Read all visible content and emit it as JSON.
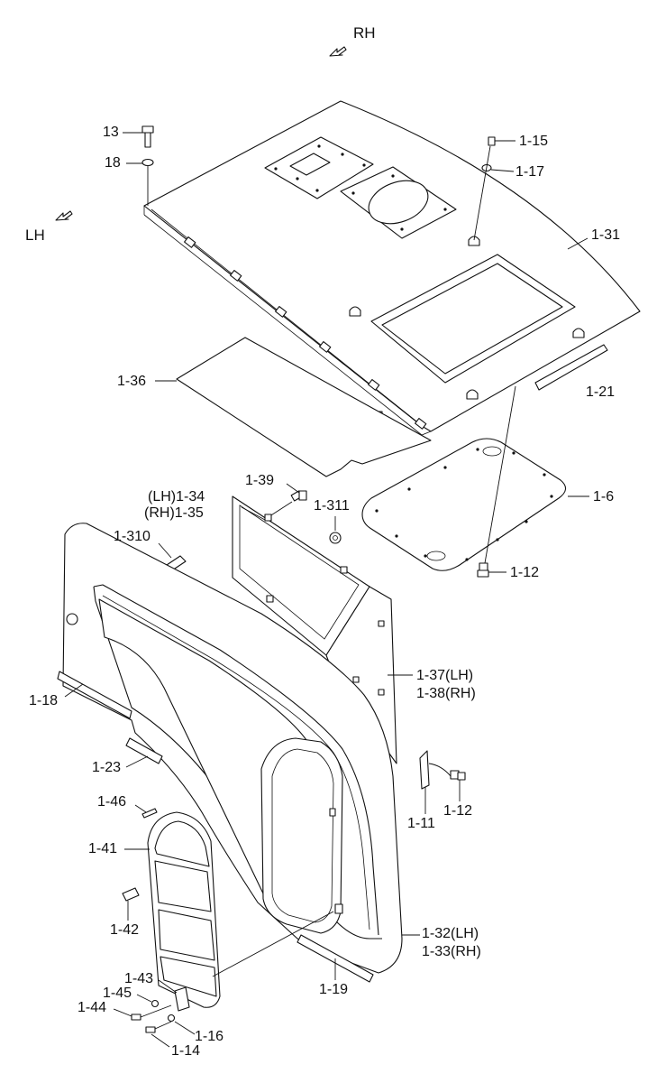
{
  "directions": {
    "rh": "RH",
    "lh": "LH"
  },
  "callouts": {
    "c13": "13",
    "c18": "18",
    "c1_15": "1-15",
    "c1_17": "1-17",
    "c1_31": "1-31",
    "c1_21": "1-21",
    "c1_36": "1-36",
    "c1_6": "1-6",
    "c1_12a": "1-12",
    "c1_39": "1-39",
    "c1_34": "(LH)1-34",
    "c1_35": "(RH)1-35",
    "c1_311": "1-311",
    "c1_310": "1-310",
    "c1_37": "1-37(LH)",
    "c1_38": "1-38(RH)",
    "c1_18": "1-18",
    "c1_23": "1-23",
    "c1_11": "1-11",
    "c1_12b": "1-12",
    "c1_46": "1-46",
    "c1_41": "1-41",
    "c1_42": "1-42",
    "c1_32": "1-32(LH)",
    "c1_33": "1-33(RH)",
    "c1_19": "1-19",
    "c1_43": "1-43",
    "c1_45": "1-45",
    "c1_44": "1-44",
    "c1_16": "1-16",
    "c1_14": "1-14"
  }
}
